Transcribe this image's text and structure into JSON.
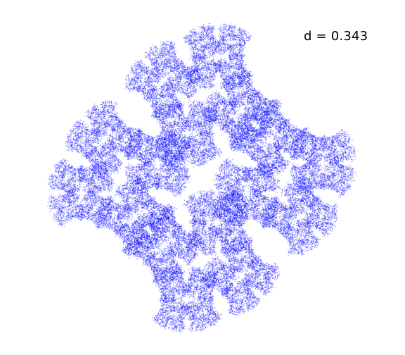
{
  "chart_data": {
    "type": "scatter",
    "title": "",
    "xlabel": "",
    "ylabel": "",
    "axes_visible": false,
    "grid": false,
    "annotation": "d = 0.343",
    "series": [
      {
        "color": "#0000ff",
        "marker": "pixel",
        "point_count": 60000,
        "shape": "fractal point cloud with four-fold symmetry, diamond-shaped outline with lobes at top, bottom, left and right, and a sparse hole at the center"
      }
    ]
  }
}
